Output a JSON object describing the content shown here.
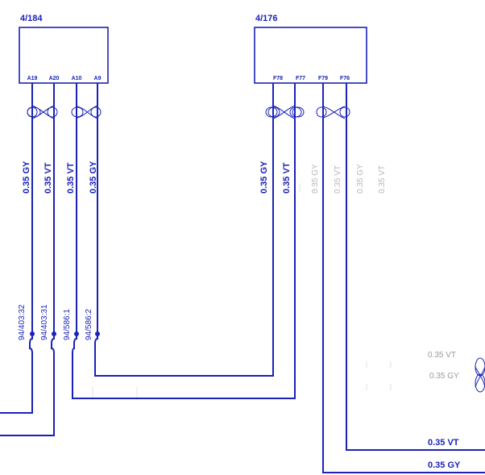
{
  "connectors": [
    {
      "ref": "4/184",
      "pins": [
        "A19",
        "A20",
        "A10",
        "A9"
      ]
    },
    {
      "ref": "4/176",
      "pins": [
        "F78",
        "F77",
        "F79",
        "F76"
      ]
    }
  ],
  "wire_labels_left": [
    "0.35 GY",
    "0.35 VT",
    "0.35 VT",
    "0.35 GY"
  ],
  "wire_labels_mid": [
    "0.35 GY",
    "0.35 VT"
  ],
  "wire_labels_faint": [
    "0.35 GY",
    "0.35 VT",
    "0.35 GY",
    "0.35 VT"
  ],
  "splices": [
    "94/403:32",
    "94/403:31",
    "94/586:1",
    "94/586:2"
  ],
  "right_faint_labels": [
    "0.35 VT",
    "0.35 GY"
  ],
  "bottom_labels": [
    "0.35 VT",
    "0.35 GY"
  ],
  "colors": {
    "wire": "#1a22b8",
    "faint": "#b5b5b5"
  }
}
